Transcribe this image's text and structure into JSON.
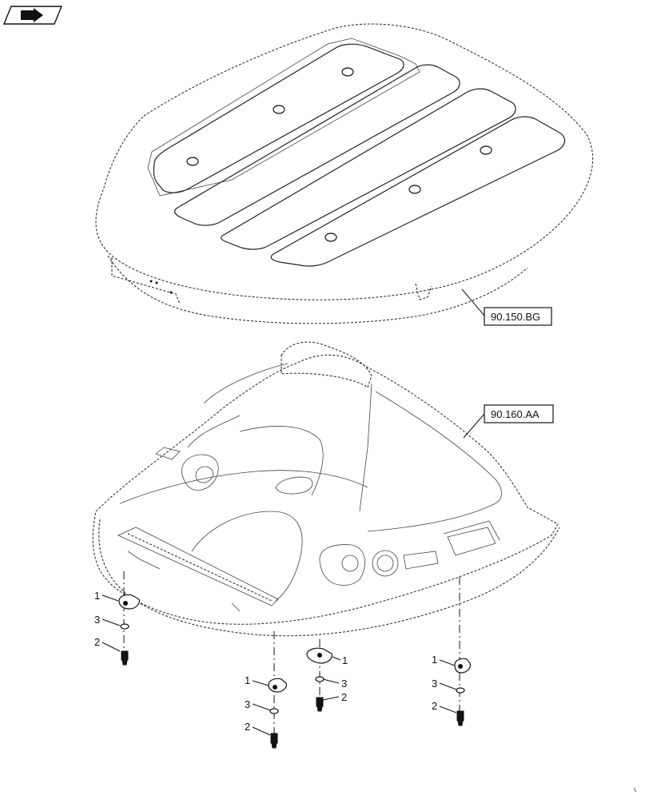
{
  "nav_icon": {
    "name": "next-page-arrow-icon"
  },
  "references": {
    "upper": "90.150.BG",
    "lower": "90.160.AA"
  },
  "callouts": {
    "one": "1",
    "two": "2",
    "three": "3"
  }
}
